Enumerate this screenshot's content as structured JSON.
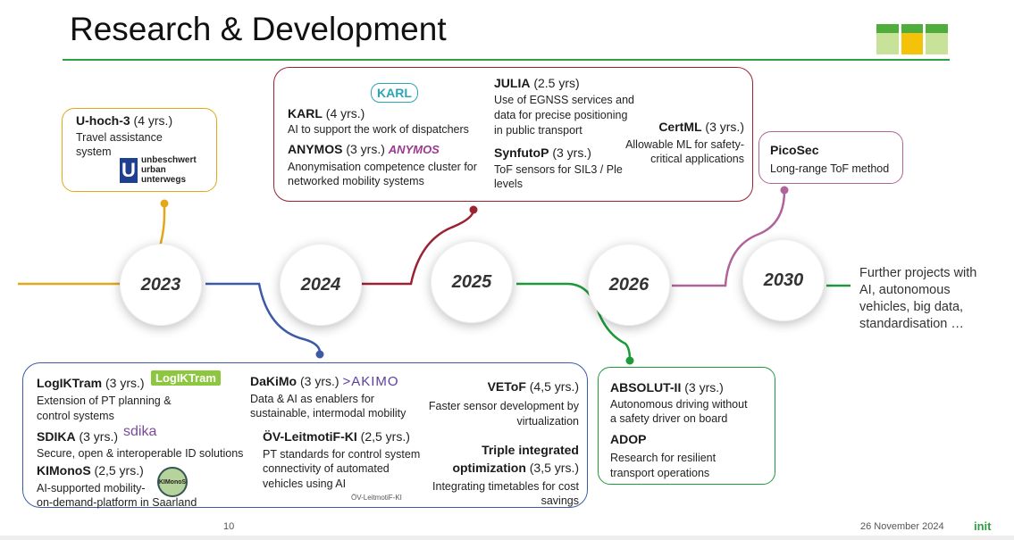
{
  "slide": {
    "title": "Research & Development",
    "page_number": "10",
    "date": "26 November 2024",
    "brand": "init"
  },
  "timeline": {
    "years": [
      "2023",
      "2024",
      "2025",
      "2026",
      "2030"
    ],
    "further": "Further projects with\nAI, autonomous\nvehicles, big data,\nstandardisation …"
  },
  "colors": {
    "y2023": "#e3a81a",
    "y2024": "#3c5aa6",
    "y2025": "#9c2233",
    "y2026": "#1f9a3a",
    "y2030": "#b06398",
    "rule": "#2f9e44"
  },
  "box2023": {
    "name": "U-hoch-3",
    "duration": " (4 yrs.)",
    "desc1": "Travel assistance",
    "desc2": "system",
    "logo_u": "U",
    "logo_text1": "unbeschwert",
    "logo_text2": "urban",
    "logo_text3": "unterwegs"
  },
  "box2025": {
    "karl": {
      "name": "KARL",
      "duration": " (4 yrs.)",
      "desc": "AI to support the work of dispatchers",
      "logo": "KARL"
    },
    "anymos": {
      "name": "ANYMOS",
      "duration": " (3 yrs.)",
      "desc1": "Anonymisation competence cluster for",
      "desc2": "networked mobility systems",
      "logo": "ANYMOS"
    },
    "julia": {
      "name": "JULIA",
      "duration": " (2.5 yrs)",
      "desc1": "Use of EGNSS services and",
      "desc2": "data for precise positioning",
      "desc3": "in public transport"
    },
    "synfutop": {
      "name": "SynfutoP",
      "duration": " (3 yrs.)",
      "desc1": "ToF sensors for SIL3 / Ple",
      "desc2": "levels"
    },
    "certml": {
      "name": "CertML",
      "duration": " (3 yrs.)",
      "desc1": "Allowable ML for safety-",
      "desc2": "critical applications"
    }
  },
  "box2030": {
    "name": "PicoSec",
    "desc": "Long-range ToF method"
  },
  "box2024": {
    "logiktram": {
      "name": "LogIKTram",
      "duration": " (3 yrs.)",
      "desc1": "Extension of PT planning &",
      "desc2": "control systems",
      "logo": "LogIKTram"
    },
    "sdika": {
      "name": "SDIKA",
      "duration": " (3 yrs.)",
      "desc": "Secure, open & interoperable ID solutions",
      "logo": "sdika"
    },
    "kimonos": {
      "name": "KIMonoS",
      "duration": " (2,5 yrs.)",
      "desc1": "AI-supported mobility-",
      "desc2": "on-demand-platform in Saarland",
      "logo": "KIMonoS"
    },
    "dakimo": {
      "name": "DaKiMo",
      "duration": " (3 yrs.)",
      "desc1": "Data & AI as enablers for",
      "desc2": "sustainable, intermodal mobility",
      "logo": ">AKIMO"
    },
    "ovleitmotif": {
      "name": "ÖV-LeitmotiF-KI",
      "duration": " (2,5 yrs.)",
      "desc1": "PT standards for control system",
      "desc2": "connectivity of automated",
      "desc3": "vehicles using AI",
      "logo": "ÖV-LeitmotiF-KI"
    },
    "vetof": {
      "name": "VEToF",
      "duration": " (4,5 yrs.)",
      "desc1": "Faster sensor development by",
      "desc2": "virtualization"
    },
    "triple": {
      "name1": "Triple integrated",
      "name2": "optimization",
      "duration": " (3,5 yrs.)",
      "desc1": "Integrating timetables for cost",
      "desc2": "savings"
    }
  },
  "box2026": {
    "absolut": {
      "name": "ABSOLUT-II",
      "duration": " (3 yrs.)",
      "desc1": "Autonomous driving without",
      "desc2": "a safety driver on board"
    },
    "adop": {
      "name": "ADOP",
      "desc1": "Research for resilient",
      "desc2": "transport operations"
    }
  }
}
